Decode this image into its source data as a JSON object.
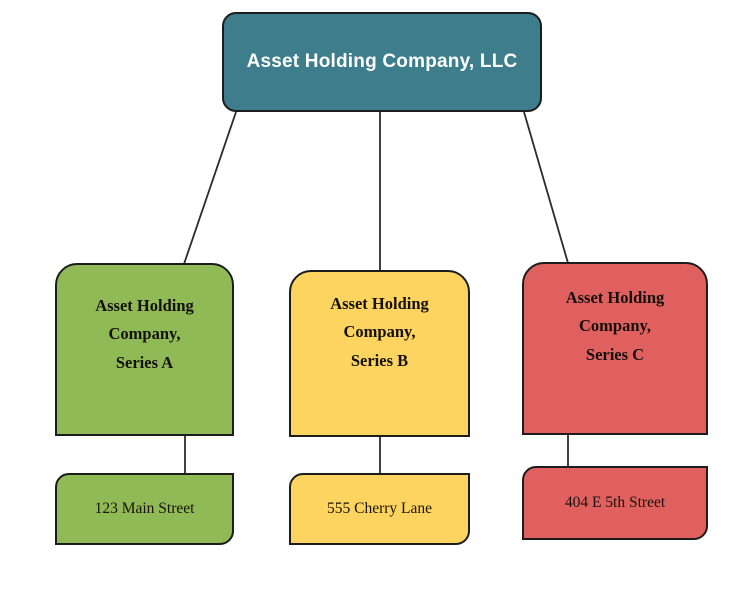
{
  "diagram": {
    "type": "org-chart",
    "background_color": "#ffffff",
    "edge_color": "#2b2b2b",
    "border_color": "#1c1c1c",
    "root": {
      "id": "root",
      "label": "Asset Holding Company, LLC",
      "fill_color": "#3d7d8c",
      "text_color": "#ffffff"
    },
    "series": [
      {
        "id": "series-a",
        "label": "Asset Holding\nCompany,\nSeries A",
        "fill_color": "#8fba55",
        "text_color": "#14100c",
        "address": {
          "id": "address-a",
          "label": "123 Main Street",
          "fill_color": "#8fba55",
          "text_color": "#1a1208"
        }
      },
      {
        "id": "series-b",
        "label": "Asset Holding\nCompany,\nSeries B",
        "fill_color": "#fcd45f",
        "text_color": "#14100c",
        "address": {
          "id": "address-b",
          "label": "555 Cherry Lane",
          "fill_color": "#fcd45f",
          "text_color": "#1a1208"
        }
      },
      {
        "id": "series-c",
        "label": "Asset Holding\nCompany,\nSeries C",
        "fill_color": "#e06060",
        "text_color": "#14100c",
        "address": {
          "id": "address-c",
          "label": "404 E 5th Street",
          "fill_color": "#e06060",
          "text_color": "#1a1208"
        }
      }
    ],
    "connectors": [
      {
        "id": "root-to-series-a",
        "from": "root",
        "to": "series-a"
      },
      {
        "id": "root-to-series-b",
        "from": "root",
        "to": "series-b"
      },
      {
        "id": "root-to-series-c",
        "from": "root",
        "to": "series-c"
      },
      {
        "id": "series-a-to-address-a",
        "from": "series-a",
        "to": "address-a"
      },
      {
        "id": "series-b-to-address-b",
        "from": "series-b",
        "to": "address-b"
      },
      {
        "id": "series-c-to-address-c",
        "from": "series-c",
        "to": "address-c"
      }
    ]
  }
}
